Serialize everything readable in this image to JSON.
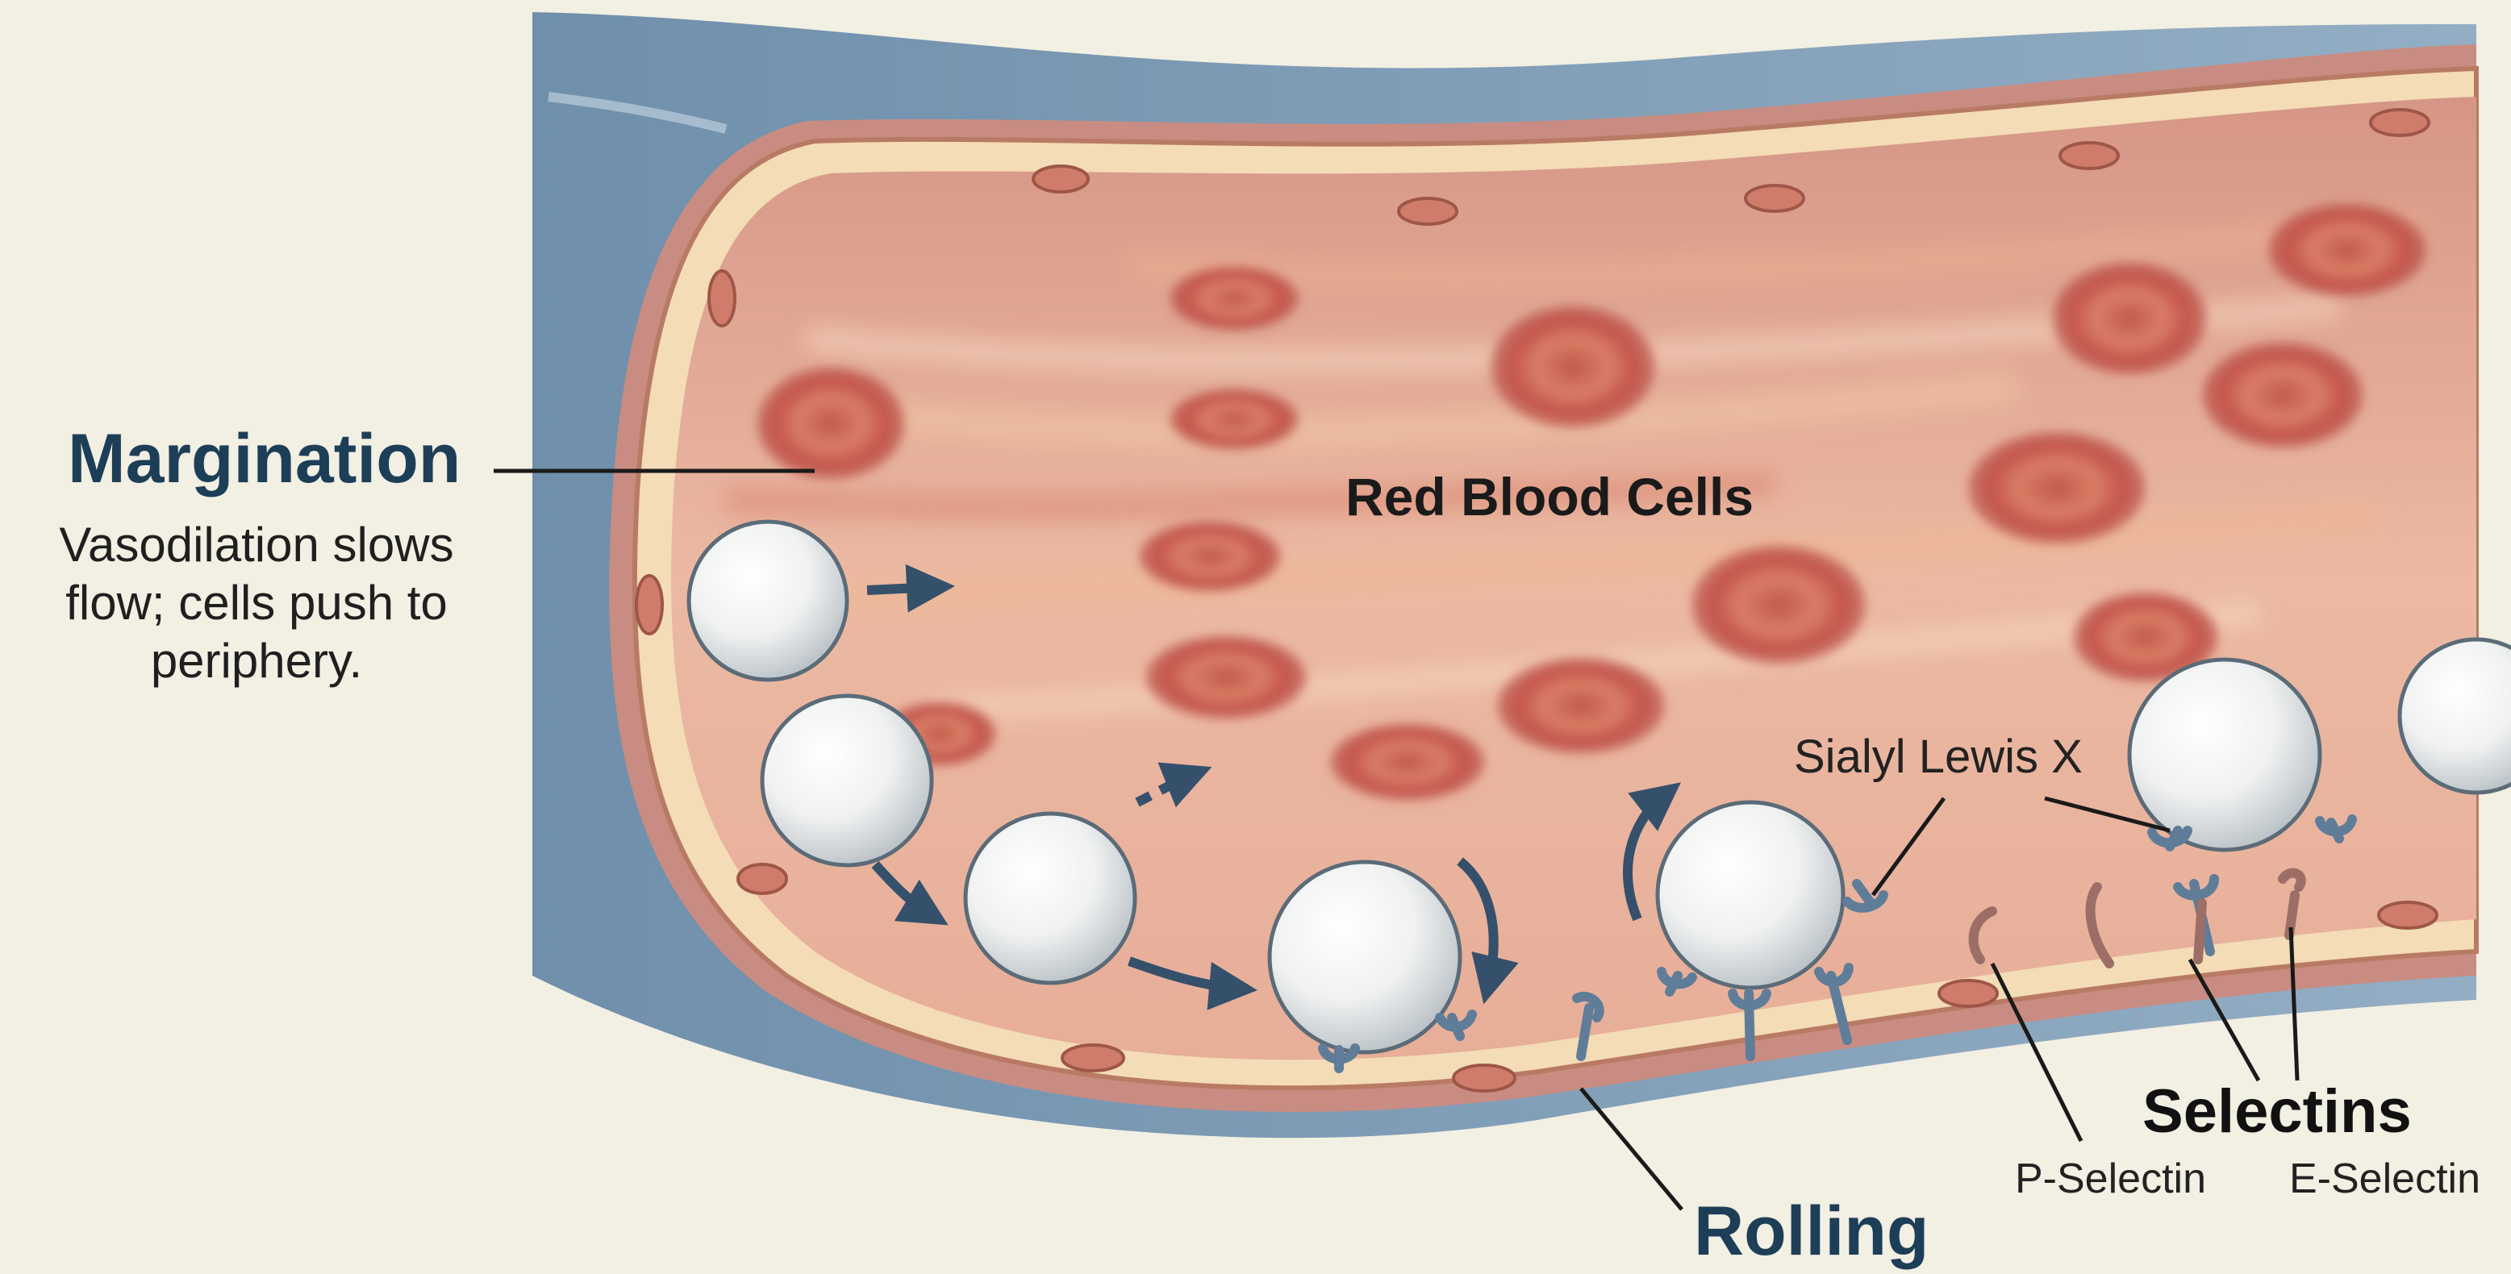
{
  "labels": {
    "margination_title": "Margination",
    "margination_desc": "Vasodilation slows flow; cells push to periphery.",
    "red_blood_cells": "Red Blood Cells",
    "sialyl_lewis_x": "Sialyl Lewis X",
    "selectins": "Selectins",
    "p_selectin": "P-Selectin",
    "e_selectin": "E-Selectin",
    "rolling": "Rolling"
  },
  "colors": {
    "background": "#f2efe3",
    "vessel_outer": "#7d9bb5",
    "vessel_lumen": "#e3ab98",
    "endothelium": "#f3dcb6",
    "rbc": "#c8584a",
    "leukocyte": "#ffffff",
    "receptor": "#5f7d99",
    "selectin": "#9c6e67",
    "heading_text": "#1d3e57"
  }
}
